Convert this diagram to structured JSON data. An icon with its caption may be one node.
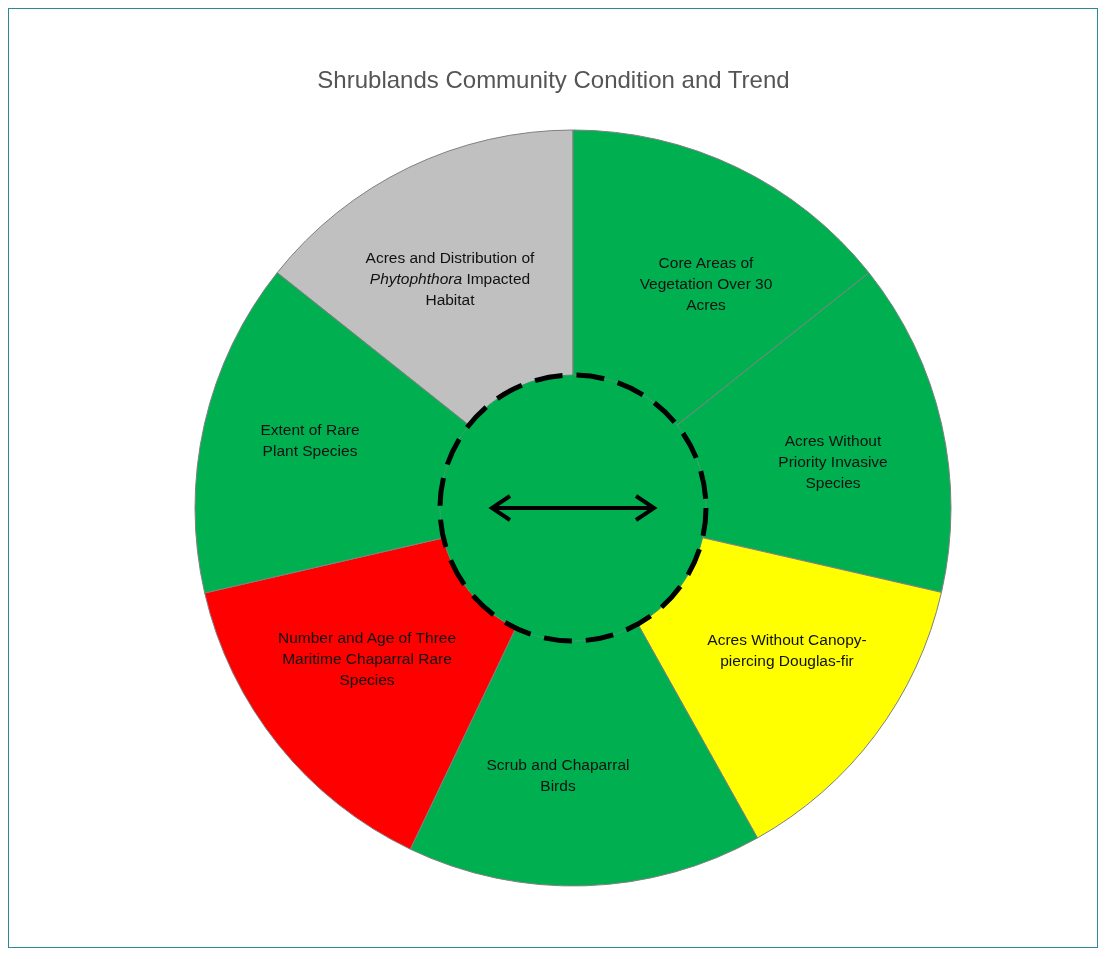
{
  "diagram": {
    "title": "Shrublands Community Condition and Trend",
    "nodes": [
      {
        "text": [
          "Acres and Distribution of *Phytophthora* Impacted Habitat"
        ]
      },
      {
        "text": [
          "Core Areas of Vegetation Over 30 Acres"
        ]
      },
      {
        "text": [
          "Acres Without Priority Invasive Species"
        ]
      },
      {
        "text": [
          "Acres Without Canopy-piercing Douglas-fir"
        ]
      },
      {
        "text": [
          "Scrub and Chaparral Birds"
        ]
      },
      {
        "text": [
          "Number and Age of Three Maritime Chaparral Rare Species"
        ]
      },
      {
        "text": [
          "Extent of Rare Plant Species"
        ]
      },
      {
        "text": [],
        "shape": "circle"
      }
    ],
    "edges": []
  }
}
